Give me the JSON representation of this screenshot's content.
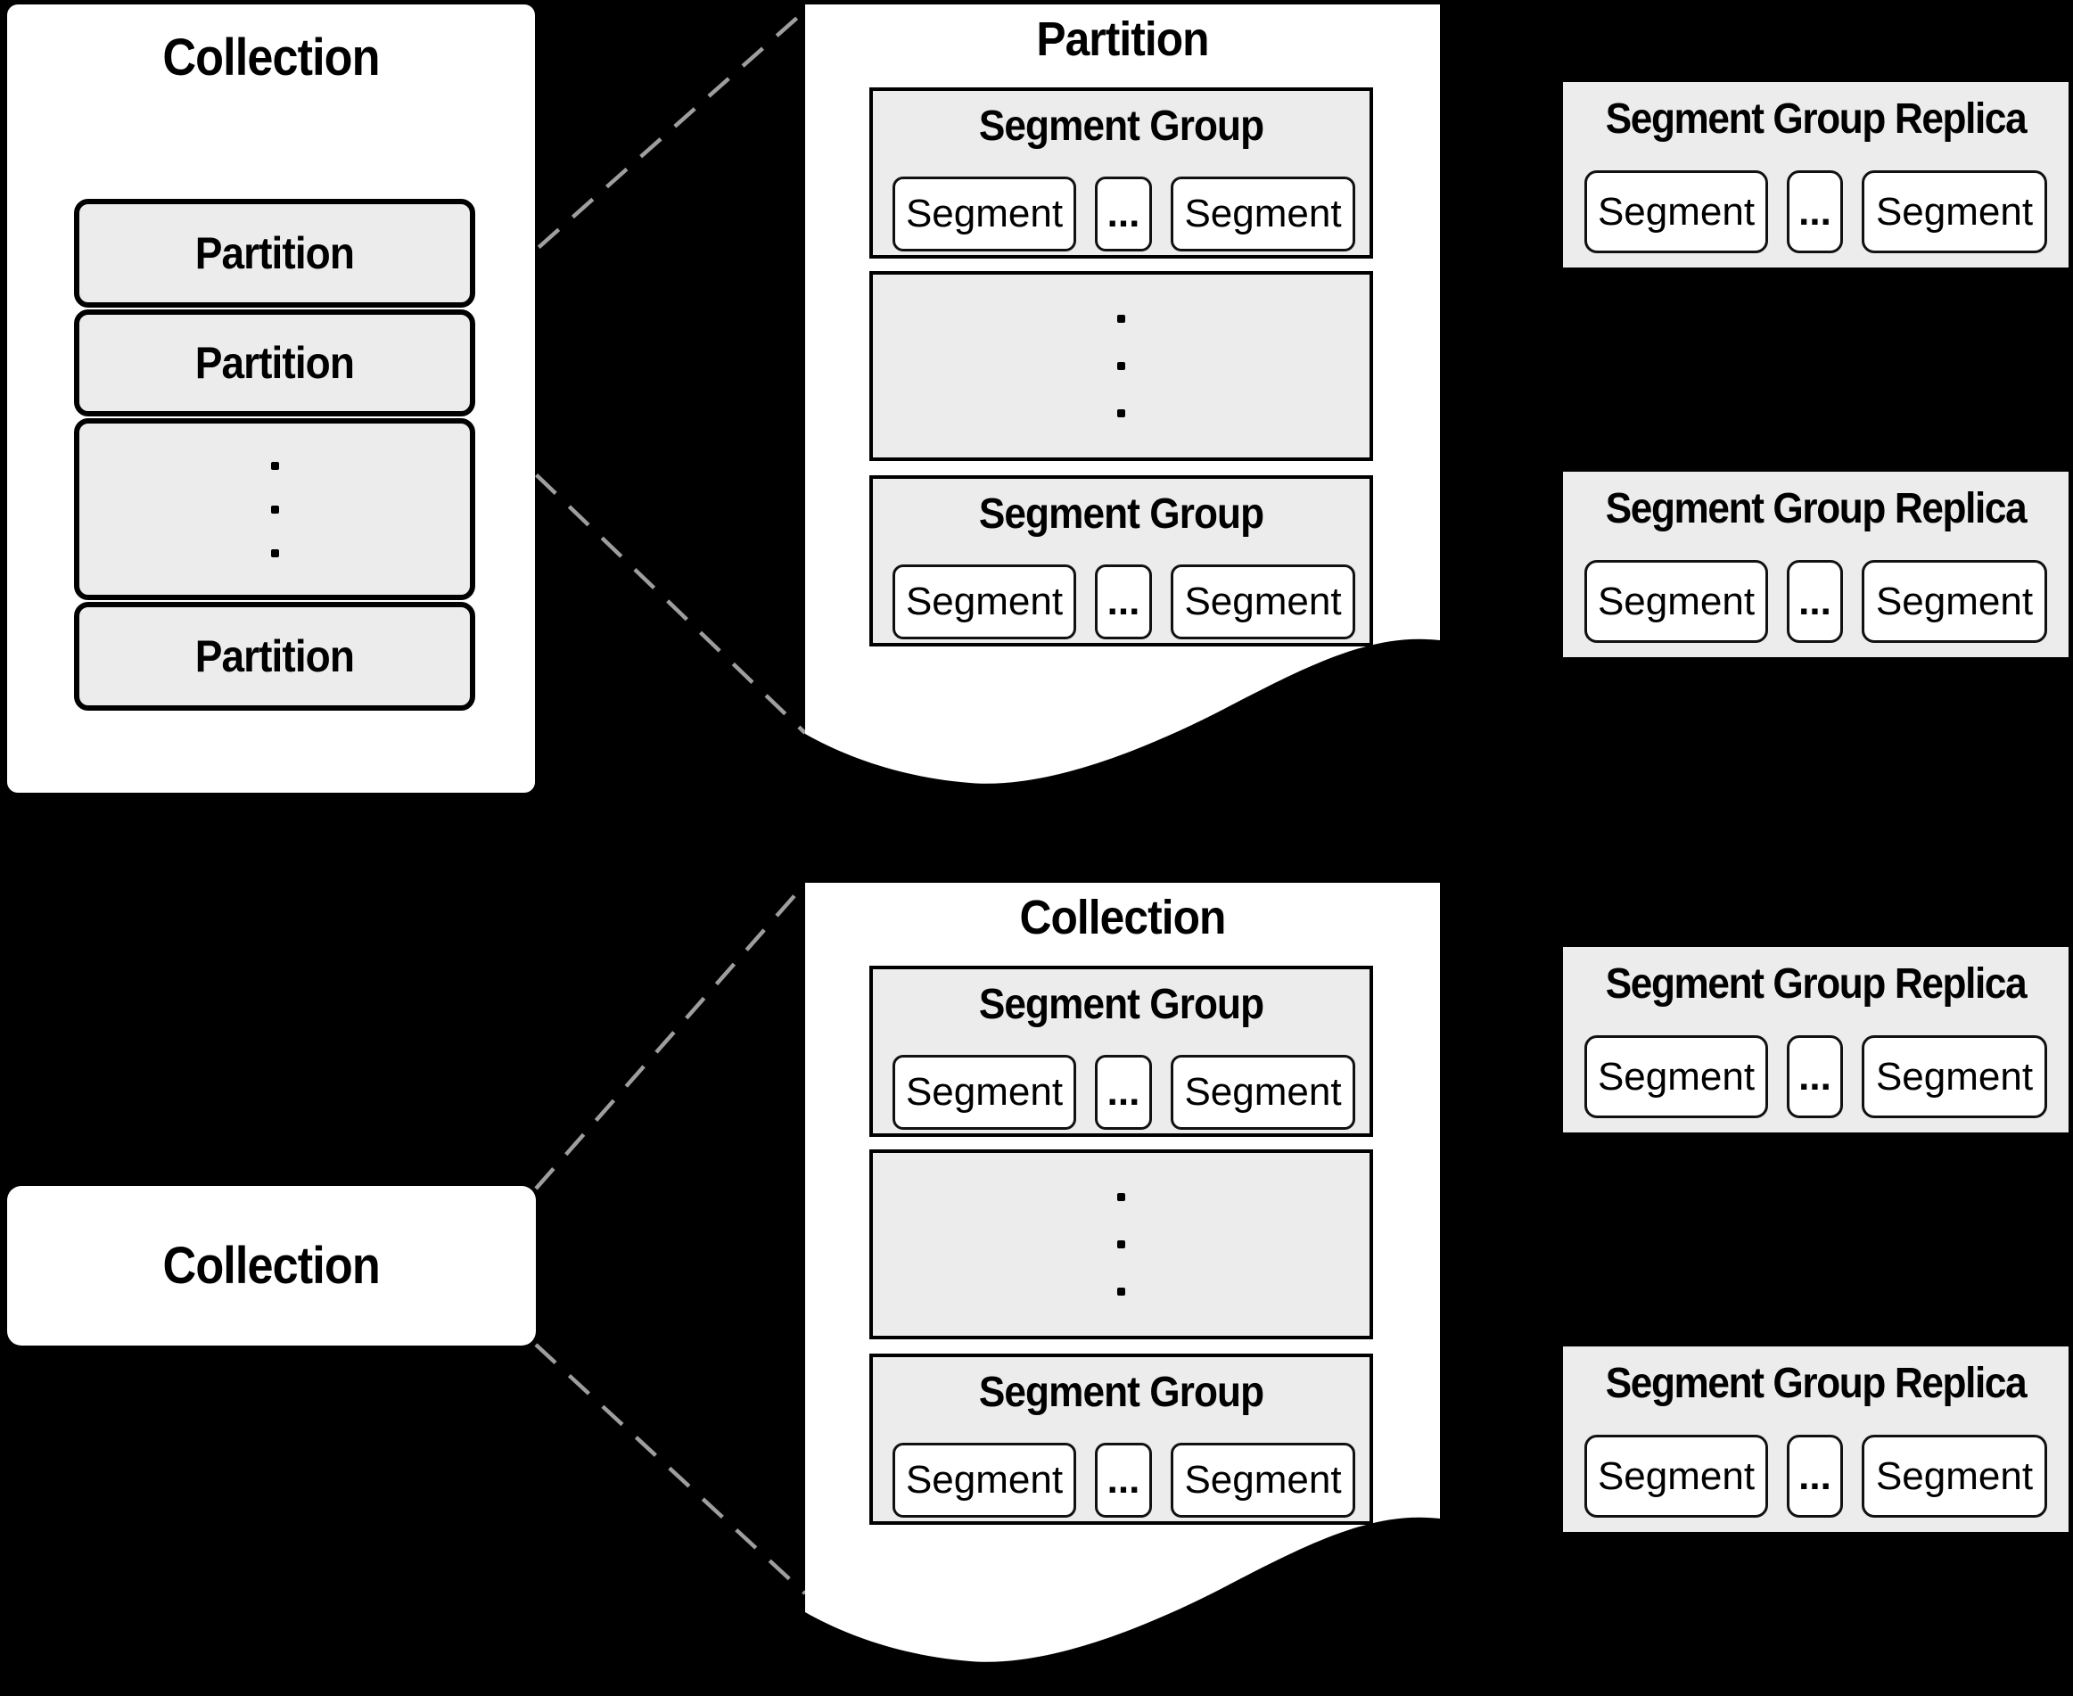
{
  "colors": {
    "background": "#000000",
    "panel": "#ffffff",
    "box_fill": "#ececec",
    "stroke": "#000000",
    "connector_dash": "#9e9e9e"
  },
  "top_left_panel": {
    "title": "Collection",
    "partitions": [
      {
        "label": "Partition"
      },
      {
        "label": "Partition"
      },
      {
        "label": "Partition"
      }
    ]
  },
  "partition_document": {
    "title": "Partition",
    "segment_groups": [
      {
        "title": "Segment Group",
        "segments": [
          "Segment",
          "...",
          "Segment"
        ]
      },
      {
        "title": "Segment Group",
        "segments": [
          "Segment",
          "...",
          "Segment"
        ]
      }
    ]
  },
  "collection_document": {
    "title": "Collection",
    "segment_groups": [
      {
        "title": "Segment Group",
        "segments": [
          "Segment",
          "...",
          "Segment"
        ]
      },
      {
        "title": "Segment Group",
        "segments": [
          "Segment",
          "...",
          "Segment"
        ]
      }
    ]
  },
  "bottom_left_box": {
    "title": "Collection"
  },
  "replicas": [
    {
      "title": "Segment Group Replica",
      "segments": [
        "Segment",
        "...",
        "Segment"
      ]
    },
    {
      "title": "Segment Group Replica",
      "segments": [
        "Segment",
        "...",
        "Segment"
      ]
    },
    {
      "title": "Segment Group Replica",
      "segments": [
        "Segment",
        "...",
        "Segment"
      ]
    },
    {
      "title": "Segment Group Replica",
      "segments": [
        "Segment",
        "...",
        "Segment"
      ]
    }
  ]
}
